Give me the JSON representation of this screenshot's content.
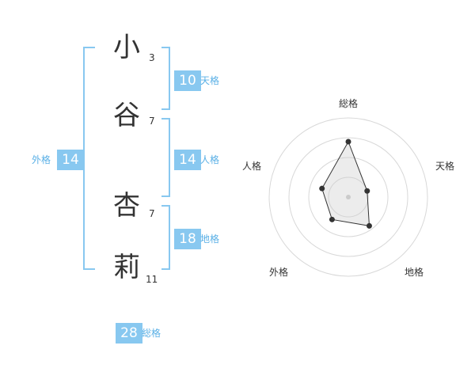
{
  "name": {
    "chars": [
      {
        "char": "小",
        "strokes": "3"
      },
      {
        "char": "谷",
        "strokes": "7"
      },
      {
        "char": "杏",
        "strokes": "7"
      },
      {
        "char": "莉",
        "strokes": "11"
      }
    ]
  },
  "fortunes": {
    "tenkaku": {
      "value": "10",
      "label": "天格"
    },
    "jinkaku": {
      "value": "14",
      "label": "人格"
    },
    "chikaku": {
      "value": "18",
      "label": "地格"
    },
    "gaikaku": {
      "value": "14",
      "label": "外格"
    },
    "soukaku": {
      "value": "28",
      "label": "総格"
    }
  },
  "colors": {
    "accent": "#88c8f0",
    "accent_text": "#5ab0e6",
    "bracket": "#88c8f0"
  },
  "chart_data": {
    "type": "radar",
    "axes": [
      "総格",
      "天格",
      "地格",
      "外格",
      "人格"
    ],
    "values": [
      28,
      10,
      18,
      14,
      14
    ],
    "rings": 4
  }
}
